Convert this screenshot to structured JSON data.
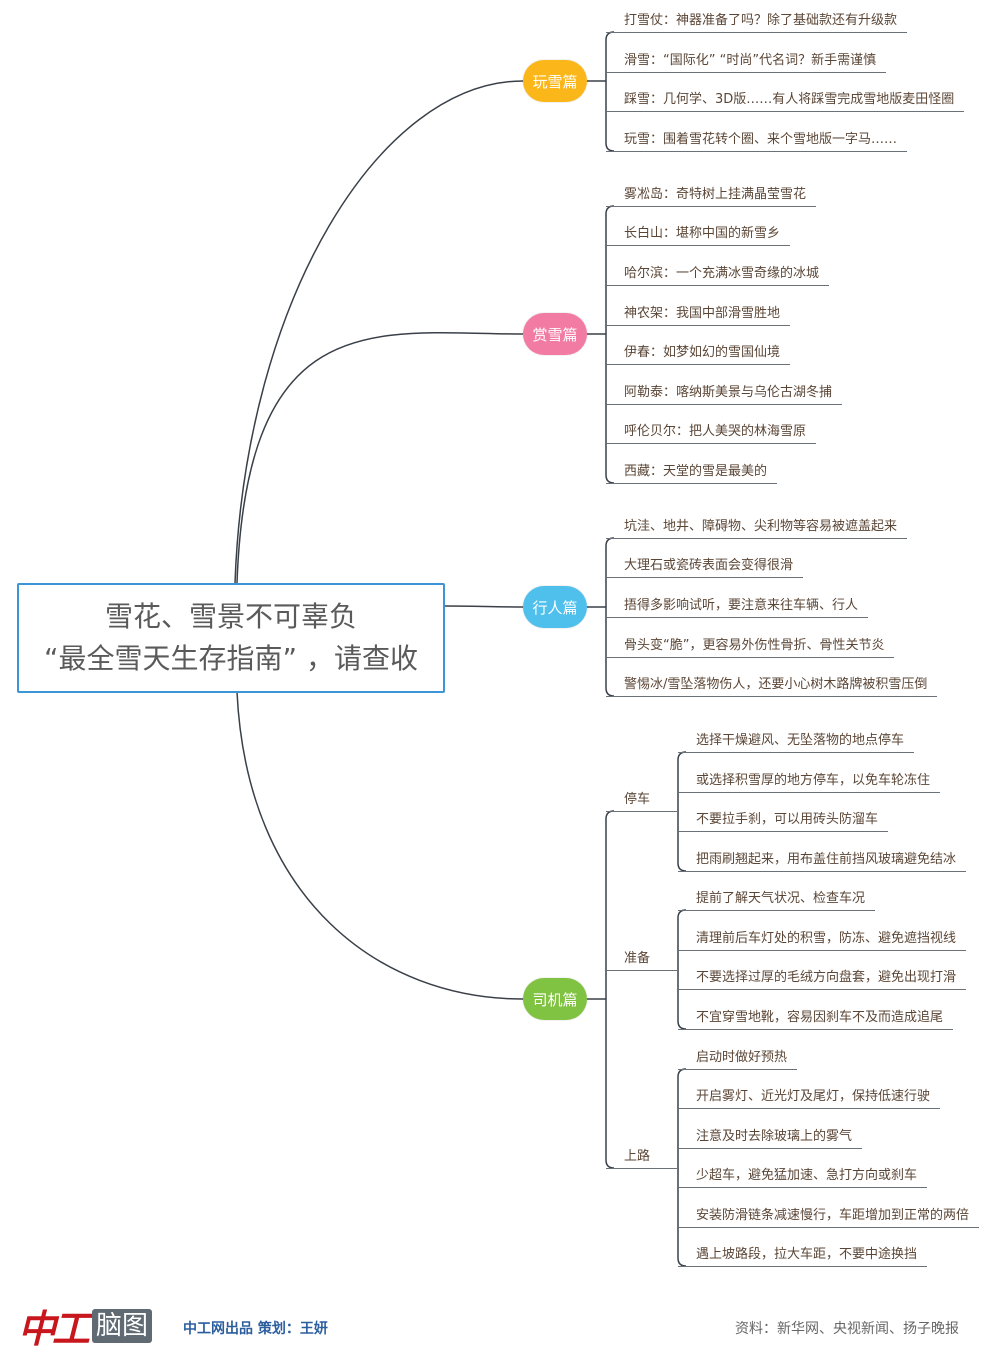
{
  "center": {
    "line1": "雪花、雪景不可辜负",
    "line2": "“最全雪天生存指南”  ，请查收"
  },
  "colors": {
    "play": "#fbb61a",
    "view": "#f27ba3",
    "walk": "#4fbfec",
    "drive": "#80c242",
    "border": "#3b95d6"
  },
  "groups": [
    {
      "label": "玩雪篇",
      "leaves": [
        "打雪仗：神器准备了吗？除了基础款还有升级款",
        "滑雪：“国际化”  “时尚”代名词？新手需谨慎",
        "踩雪：几何学、3D版……有人将踩雪完成雪地版麦田怪圈",
        "玩雪：围着雪花转个圈、来个雪地版一字马……"
      ]
    },
    {
      "label": "赏雪篇",
      "leaves": [
        "雾凇岛：奇特树上挂满晶莹雪花",
        "长白山：堪称中国的新雪乡",
        "哈尔滨：一个充满冰雪奇缘的冰城",
        "神农架：我国中部滑雪胜地",
        "伊春：如梦如幻的雪国仙境",
        "阿勒泰：喀纳斯美景与乌伦古湖冬捕",
        "呼伦贝尔：把人美哭的林海雪原",
        "西藏：天堂的雪是最美的"
      ]
    },
    {
      "label": "行人篇",
      "leaves": [
        "坑洼、地井、障碍物、尖利物等容易被遮盖起来",
        "大理石或瓷砖表面会变得很滑",
        "捂得多影响试听，要注意来往车辆、行人",
        "骨头变“脆”，更容易外伤性骨折、骨性关节炎",
        "警惕冰/雪坠落物伤人，还要小心树木路牌被积雪压倒"
      ]
    },
    {
      "label": "司机篇",
      "subs": [
        {
          "label": "停车",
          "leaves": [
            "选择干燥避风、无坠落物的地点停车",
            "或选择积雪厚的地方停车，以免车轮冻住",
            "不要拉手刹，可以用砖头防溜车",
            "把雨刷翘起来，用布盖住前挡风玻璃避免结冰"
          ]
        },
        {
          "label": "准备",
          "leaves": [
            "提前了解天气状况、检查车况",
            "清理前后车灯处的积雪，防冻、避免遮挡视线",
            "不要选择过厚的毛绒方向盘套，避免出现打滑",
            "不宜穿雪地靴，容易因刹车不及而造成追尾"
          ]
        },
        {
          "label": "上路",
          "leaves": [
            "启动时做好预热",
            "开启雾灯、近光灯及尾灯，保持低速行驶",
            "注意及时去除玻璃上的雾气",
            "少超车，避免猛加速、急打方向或刹车",
            "安装防滑链条减速慢行，车距增加到正常的两倍",
            "遇上坡路段，拉大车距，不要中途换挡"
          ]
        }
      ]
    }
  ],
  "footer": {
    "logo_red": "中工",
    "logo_box": "脑图",
    "credit": "中工网出品  策划：王妍",
    "source": "资料：新华网、央视新闻、扬子晚报"
  }
}
